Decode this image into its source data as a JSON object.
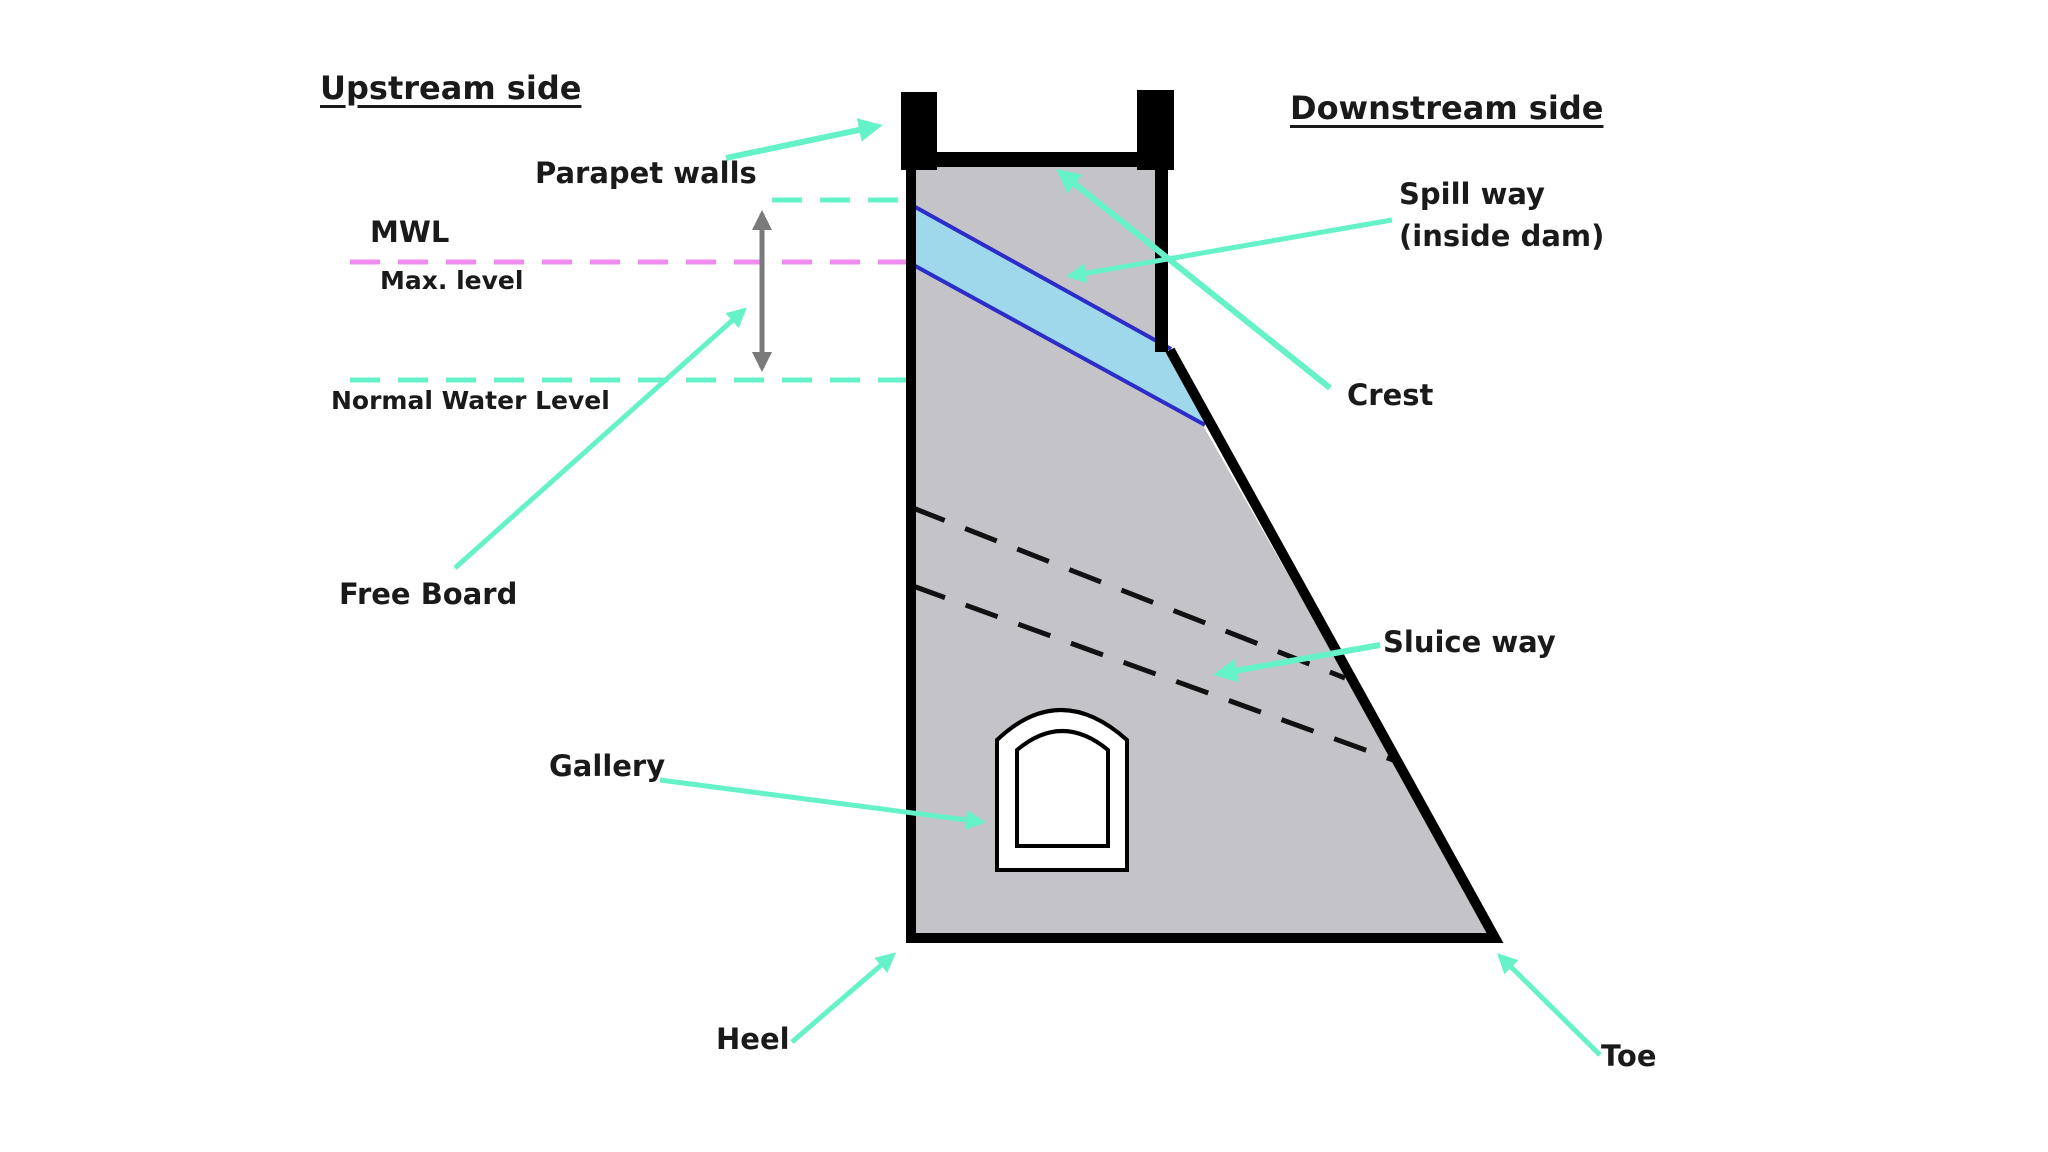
{
  "labels": {
    "upstream": "Upstream side",
    "downstream": "Downstream side",
    "parapet": "Parapet walls",
    "mwl": "MWL",
    "max_level": "Max. level",
    "normal_water_level": "Normal Water Level",
    "free_board": "Free Board",
    "gallery": "Gallery",
    "heel": "Heel",
    "toe": "Toe",
    "crest": "Crest",
    "spillway_line1": "Spill way",
    "spillway_line2": "(inside dam)",
    "sluice_way": "Sluice way"
  },
  "colors": {
    "dam_fill": "#c4c4c8",
    "outline": "#000000",
    "arrow": "#66f2c8",
    "spillway_fill": "#9ed8ea",
    "spillway_edge": "#2c2cc8",
    "mwl_line": "#f08cf0",
    "level_line": "#66f2c8",
    "freeboard_arrow": "#7a7a7a"
  }
}
